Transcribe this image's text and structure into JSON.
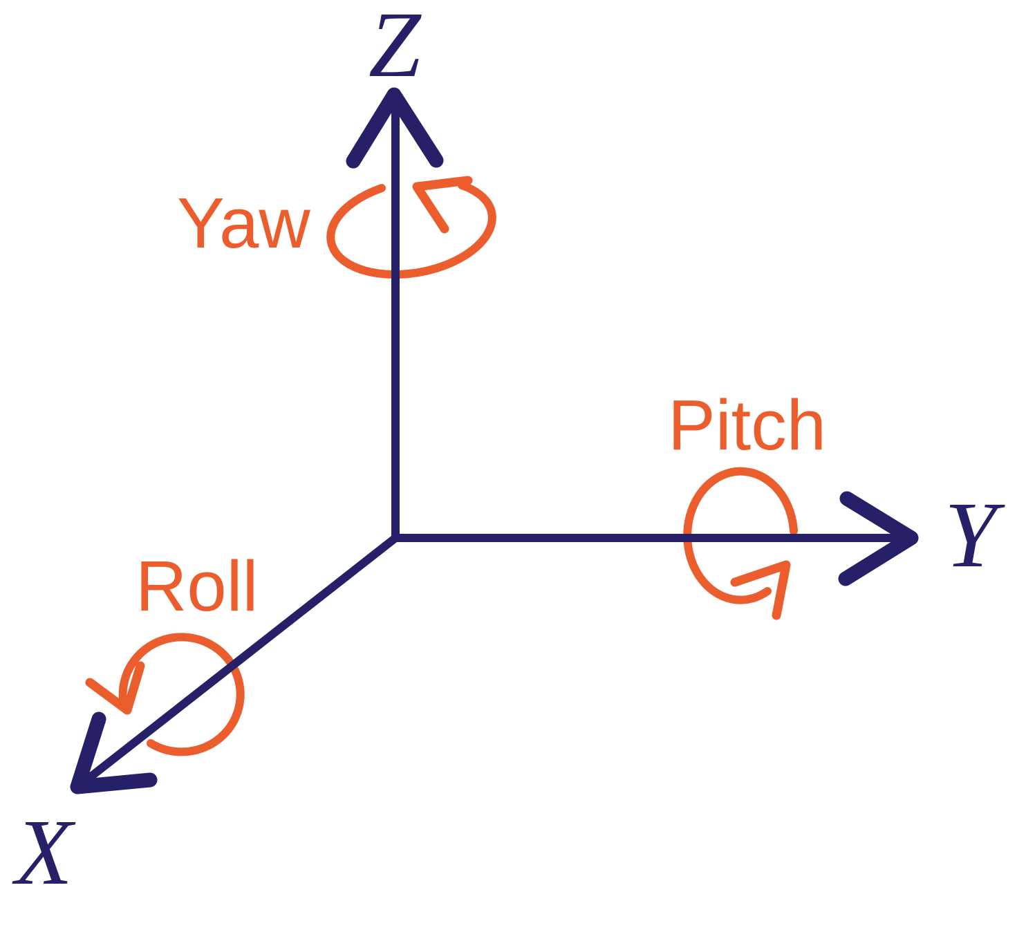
{
  "colors": {
    "axis_navy": "#252067",
    "rotation_orange": "#EC5D2D",
    "background": "#FFFFFF"
  },
  "axes": {
    "z": {
      "label": "Z",
      "direction": "up"
    },
    "y": {
      "label": "Y",
      "direction": "right"
    },
    "x": {
      "label": "X",
      "direction": "down-left"
    }
  },
  "rotations": {
    "yaw": {
      "label": "Yaw",
      "about_axis": "Z"
    },
    "pitch": {
      "label": "Pitch",
      "about_axis": "Y"
    },
    "roll": {
      "label": "Roll",
      "about_axis": "X"
    }
  }
}
